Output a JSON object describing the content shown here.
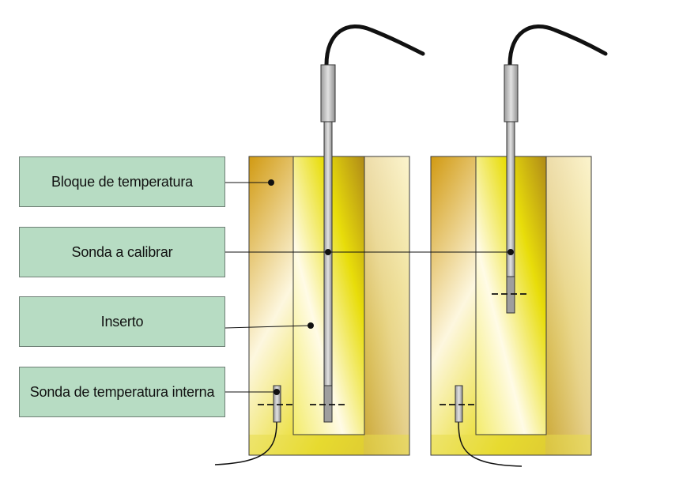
{
  "labels": {
    "block": "Bloque de temperatura",
    "probe": "Sonda a calibrar",
    "insert": "Inserto",
    "internal_probe": "Sonda de temperatura interna"
  },
  "colors": {
    "label_fill": "#b7dcc3",
    "label_border": "#6f7f76",
    "gold_dark": "#c99a12",
    "gold_light": "#fffbe8",
    "yellow": "#e3d400",
    "probe_fill": "#c8c8c8",
    "cable": "#111111"
  }
}
